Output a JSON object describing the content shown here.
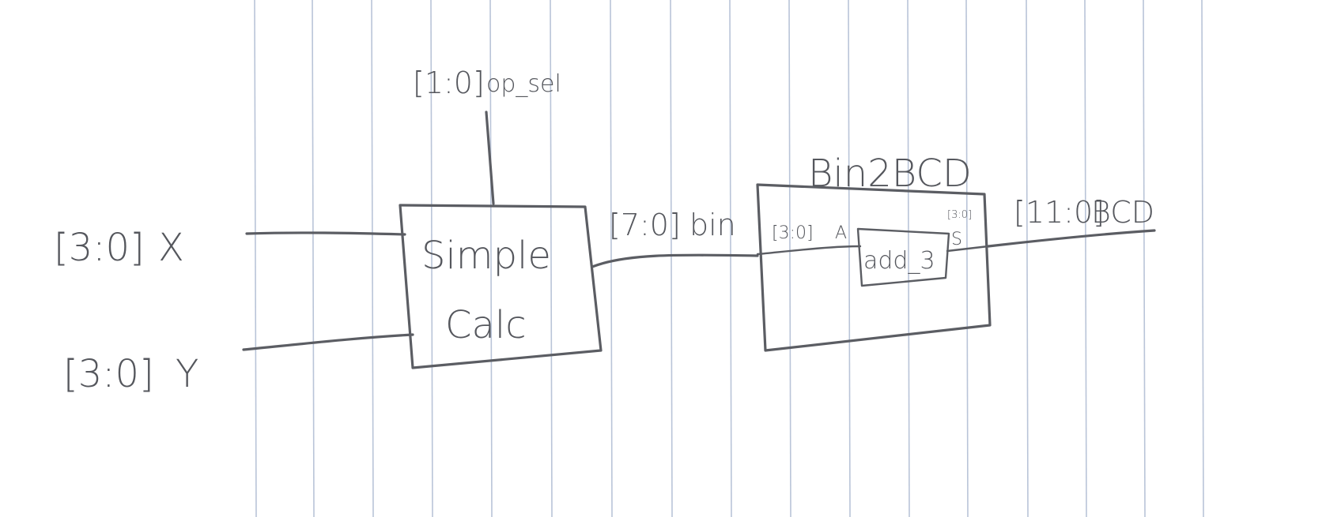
{
  "diagram": {
    "inputs": {
      "x": {
        "width": "[3:0]",
        "name": "X"
      },
      "y": {
        "width": "[3:0]",
        "name": "Y"
      },
      "op_sel": {
        "width": "[1:0]",
        "name": "op_sel"
      }
    },
    "simple_calc": {
      "line1": "Simple",
      "line2": "Calc"
    },
    "bin_wire": {
      "width": "[7:0]",
      "name": "bin"
    },
    "bin2bcd": {
      "title": "Bin2BCD",
      "port_a_width": "[3:0]",
      "port_a_name": "A",
      "port_s_width": "[3:0]",
      "port_s_name": "S",
      "inner_block": "add_3"
    },
    "output": {
      "width": "[11:0]",
      "name": "BCD"
    }
  }
}
